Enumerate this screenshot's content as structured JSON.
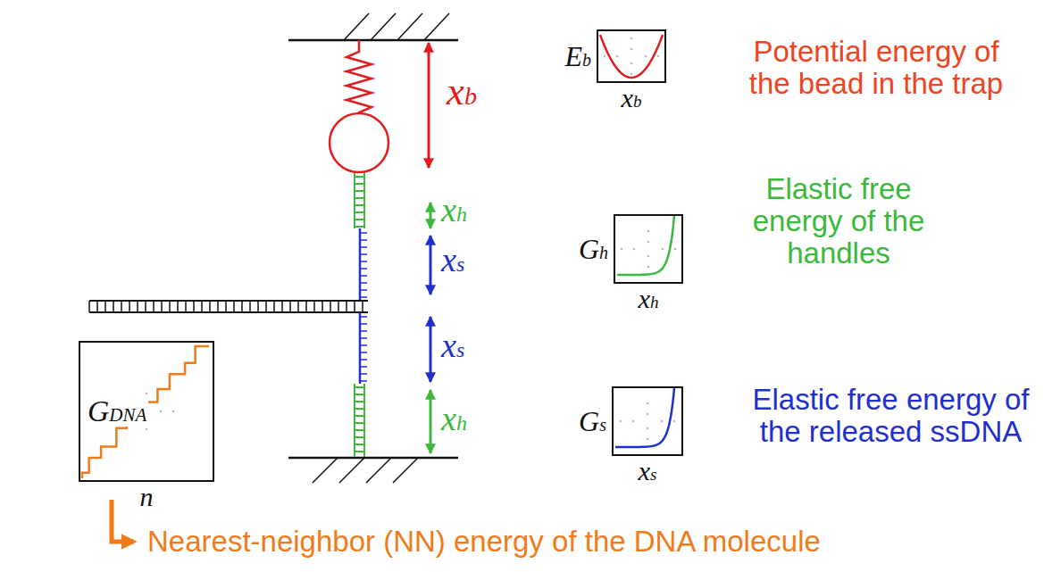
{
  "diagram": {
    "nodes": [
      {
        "text": [
          "Eb",
          "xb"
        ]
      },
      {
        "text": [
          "Gh",
          "xh"
        ]
      },
      {
        "text": [
          "Gs",
          "xs"
        ]
      },
      {
        "text": [
          "GDNA",
          "n"
        ]
      }
    ],
    "labels": [
      "xb",
      "xh",
      "xs",
      "xs",
      "xh",
      "Potential energy of the bead in the trap",
      "Elastic free energy of the handles",
      "Elastic free energy of the released ssDNA",
      "Nearest-neighbor (NN) energy of the DNA molecule"
    ]
  }
}
